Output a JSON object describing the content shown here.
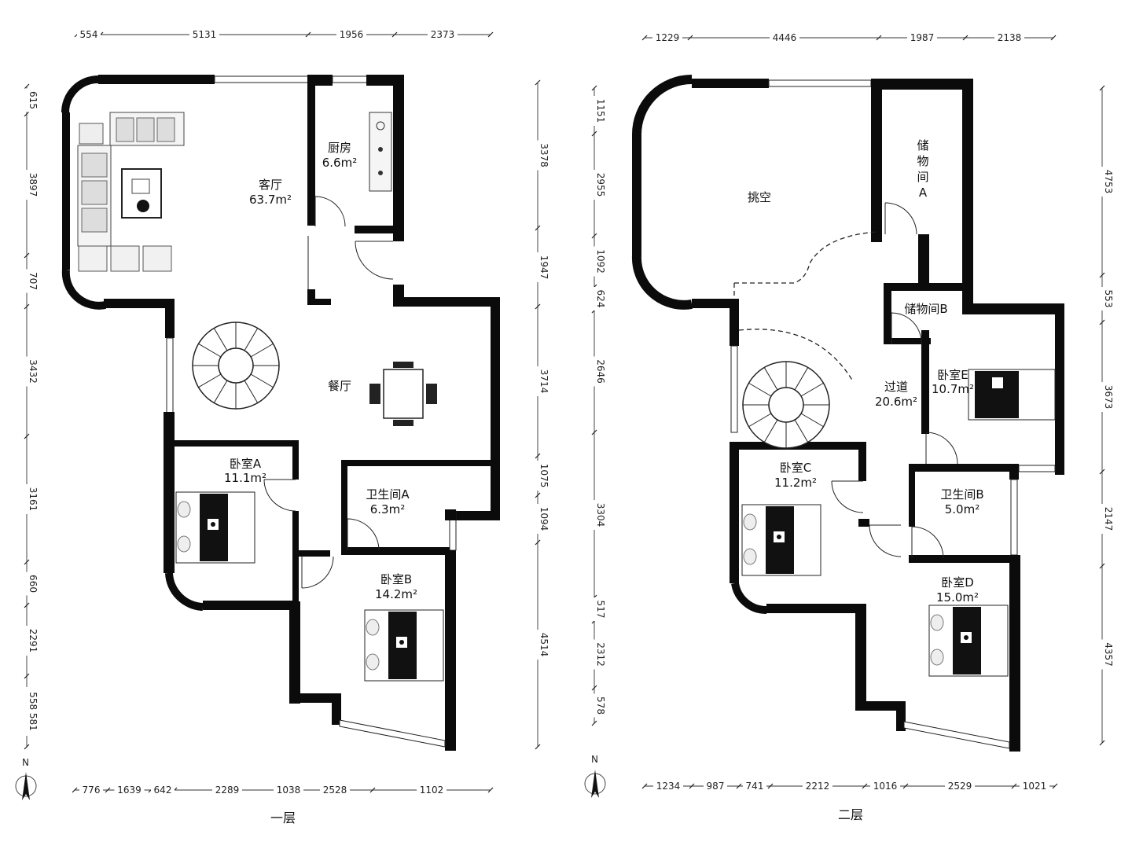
{
  "floors": [
    {
      "label": "一层"
    },
    {
      "label": "二层"
    }
  ],
  "rooms": {
    "living": {
      "name": "客厅",
      "area": "63.7m²"
    },
    "kitchen": {
      "name": "厨房",
      "area": "6.6m²"
    },
    "dining": {
      "name": "餐厅"
    },
    "bedA": {
      "name": "卧室A",
      "area": "11.1m²"
    },
    "bathA": {
      "name": "卫生间A",
      "area": "6.3m²"
    },
    "bedB": {
      "name": "卧室B",
      "area": "14.2m²"
    },
    "void": {
      "name": "挑空"
    },
    "storA": {
      "name": "储物间A"
    },
    "storB": {
      "name": "储物间B"
    },
    "corridor": {
      "name": "过道",
      "area": "20.6m²"
    },
    "bedE": {
      "name": "卧室E",
      "area": "10.7m²"
    },
    "bedC": {
      "name": "卧室C",
      "area": "11.2m²"
    },
    "bathB": {
      "name": "卫生间B",
      "area": "5.0m²"
    },
    "bedD": {
      "name": "卧室D",
      "area": "15.0m²"
    }
  },
  "compass": "N",
  "dimensions": {
    "f1_top": [
      "554",
      "5131",
      "1956",
      "2373"
    ],
    "f1_bottom": [
      "776",
      "1639",
      "642",
      "2289",
      "1038",
      "2528",
      "1102"
    ],
    "f1_left": [
      "615",
      "3897",
      "707",
      "3432",
      "3161",
      "660",
      "2291",
      "558 581"
    ],
    "f1_right": [
      "3378",
      "1947",
      "3714",
      "1075",
      "1094",
      "4514"
    ],
    "f2_top": [
      "1229",
      "4446",
      "1987",
      "2138"
    ],
    "f2_bottom": [
      "1234",
      "987",
      "741",
      "2212",
      "1016",
      "2529",
      "1021"
    ],
    "f2_left": [
      "1151",
      "2955",
      "1092",
      "624",
      "2646",
      "3304",
      "517",
      "2312",
      "578"
    ],
    "f2_right": [
      "4753",
      "553",
      "3673",
      "2147",
      "4357"
    ]
  }
}
